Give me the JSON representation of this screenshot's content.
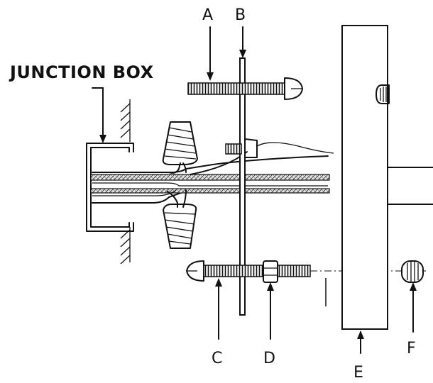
{
  "labels": {
    "junction_box": "JUNCTION BOX",
    "a": "A",
    "b": "B",
    "c": "C",
    "d": "D",
    "e": "E",
    "f": "F"
  },
  "colors": {
    "ink": "#111111",
    "background": "#ffffff",
    "cable_fill": "#d9d9d9"
  }
}
